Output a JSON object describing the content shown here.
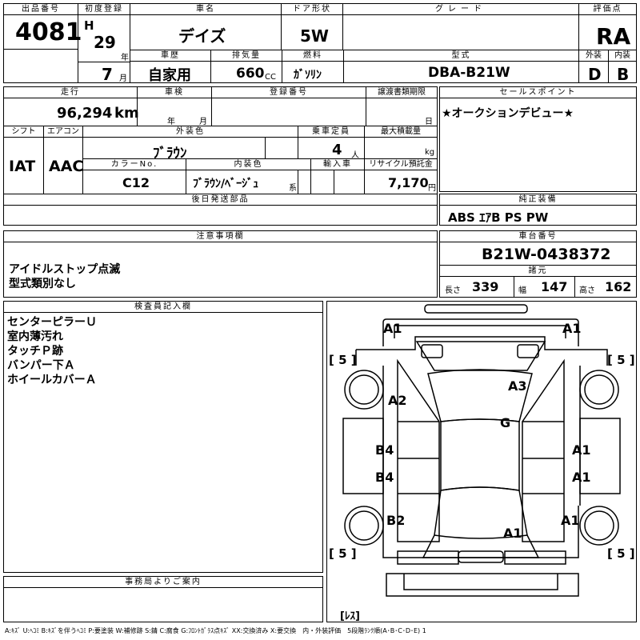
{
  "header": {
    "lot_label": "出品番号",
    "lot": "4081",
    "first_reg_label": "初度登録",
    "era": "H",
    "year": "29",
    "year_unit": "年",
    "month": "7",
    "month_unit": "月",
    "car_name_label": "車名",
    "car_name": "デイズ",
    "door_label": "ドア形状",
    "door": "5W",
    "grade_label": "グレード",
    "grade": "",
    "score_label": "評価点",
    "score": "RA",
    "history_label": "車歴",
    "history": "自家用",
    "displacement_label": "排気量",
    "displacement": "660",
    "displacement_unit": "CC",
    "fuel_label": "燃料",
    "fuel": "ｶﾞｿﾘﾝ",
    "model_label": "型式",
    "model": "DBA-B21W",
    "exterior_label": "外装",
    "exterior": "D",
    "interior_label": "内装",
    "interior": "B"
  },
  "row2": {
    "mileage_label": "走行",
    "mileage": "96,294",
    "mileage_unit": "km",
    "inspection_label": "車検",
    "insp_year_unit": "年",
    "insp_month_unit": "月",
    "reg_no_label": "登録番号",
    "reg_no": "",
    "transfer_label": "譲渡書類期限",
    "transfer_day_unit": "日",
    "sales_point_label": "セールスポイント",
    "sales_point": "★オークションデビュー★"
  },
  "row3": {
    "shift_label": "シフト",
    "shift": "IAT",
    "aircon_label": "エアコン",
    "aircon": "AAC",
    "ext_color_label": "外装色",
    "ext_color": "ﾌﾞﾗｳﾝ",
    "capacity_label": "乗車定員",
    "capacity": "4",
    "capacity_unit": "人",
    "max_load_label": "最大積載量",
    "max_load_unit": "kg",
    "color_no_label": "カラーNo.",
    "color_no": "C12",
    "int_color_label": "内装色",
    "int_color": "ﾌﾞﾗｳﾝ/ﾍﾞｰｼﾞｭ",
    "int_color_unit": "系",
    "import_label": "輸入車",
    "recycle_label": "リサイクル預託金",
    "recycle": "7,170",
    "recycle_unit": "円"
  },
  "later_parts_label": "後日発送部品",
  "equipment_label": "純正装備",
  "equipment": "ABS ｴｱB PS PW",
  "caution_label": "注意事項欄",
  "caution_lines": [
    "アイドルストップ点滅",
    "型式類別なし"
  ],
  "chassis_label": "車台番号",
  "chassis": "B21W-0438372",
  "dims_label": "諸元",
  "dims": {
    "length_label": "長さ",
    "length": "339",
    "width_label": "幅",
    "width": "147",
    "height_label": "高さ",
    "height": "162"
  },
  "inspector_label": "検査員記入欄",
  "inspector_notes": [
    "センターピラーＵ",
    "室内薄汚れ",
    "タッチＰ跡",
    "バンパー下Ａ",
    "ホイールカバーＡ"
  ],
  "office_label": "事務局よりご案内",
  "diagram": {
    "marks": [
      "A1",
      "A1",
      "A2",
      "A3",
      "G",
      "B4",
      "A1",
      "B4",
      "A1",
      "B2",
      "A1",
      "A1"
    ],
    "tyres": [
      "[ 5 ]",
      "[ 5 ]",
      "[ 5 ]",
      "[ 5 ]"
    ],
    "spare": "[ﾚｽ]"
  },
  "legend": "A:ｷｽﾞ U:ﾍｺﾐ B:ｷｽﾞを伴うﾍｺﾐ P:要塗装 W:補修跡 S:錆 C:腐食 G:ﾌﾛﾝﾄｶﾞﾗｽ点ｷｽﾞ XX:交換済み X:要交換　内・外装評価　5段階ﾗﾝｸ順(A･B･C･D･E) 1"
}
